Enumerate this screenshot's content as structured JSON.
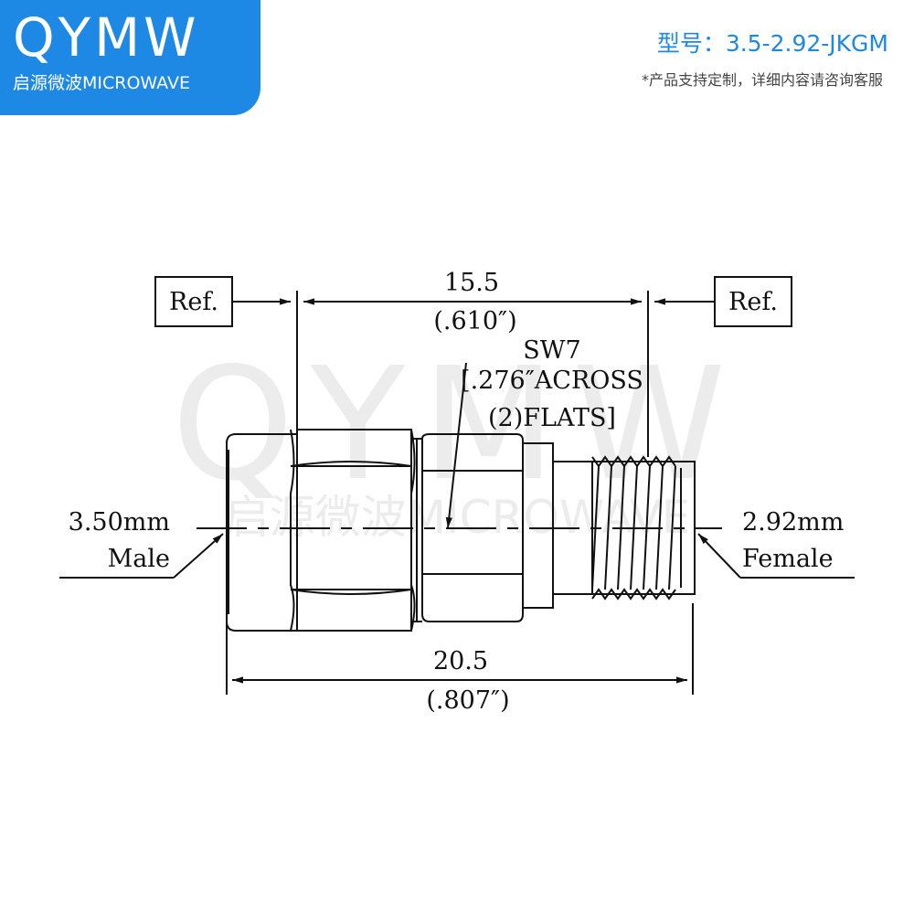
{
  "logo": {
    "letters": "QYMW",
    "subtitle": "启源微波MICROWAVE"
  },
  "header": {
    "model": "型号：3.5-2.92-JKGM",
    "note": "*产品支持定制，详细内容请咨询客服"
  },
  "watermark": {
    "letters": "QYMW",
    "subtitle": "启源微波MICROWAVE"
  },
  "drawing": {
    "ref_left": "Ref.",
    "ref_right": "Ref.",
    "dim_top_mm": "15.5",
    "dim_top_in": "(.610″)",
    "sw_line1": "SW7",
    "sw_line2": "[.276″ACROSS",
    "sw_line3": "(2)FLATS]",
    "left_size": "3.50mm",
    "left_type": "Male",
    "right_size": "2.92mm",
    "right_type": "Female",
    "dim_bottom_mm": "20.5",
    "dim_bottom_in": "(.807″)"
  }
}
